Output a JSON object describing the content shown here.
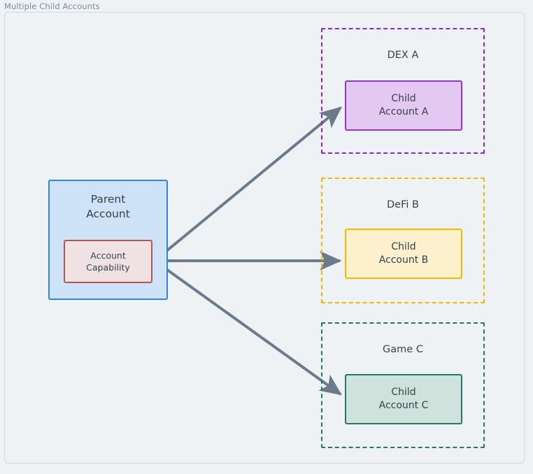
{
  "panel": {
    "title": "Multiple Child Accounts",
    "background_color": "#eef2f5",
    "border_color": "#ccd8e0"
  },
  "parent": {
    "label_line1": "Parent",
    "label_line2": "Account",
    "fill_color": "#cfe3f8",
    "border_color": "#2e86de",
    "capability": {
      "label_line1": "Account",
      "label_line2": "Capability",
      "fill_color": "#f0e2e2",
      "border_color": "#b85450"
    }
  },
  "groups": [
    {
      "name": "dex",
      "title": "DEX A",
      "border_color": "#8e24d0",
      "child": {
        "label_line1": "Child",
        "label_line2": "Account A",
        "fill_color": "#e3c8f2",
        "border_color": "#9333d6"
      }
    },
    {
      "name": "defi",
      "title": "DeFi B",
      "border_color": "#f5b800",
      "child": {
        "label_line1": "Child",
        "label_line2": "Account B",
        "fill_color": "#fcf0cd",
        "border_color": "#f5b800"
      }
    },
    {
      "name": "game",
      "title": "Game C",
      "border_color": "#1f7a66",
      "child": {
        "label_line1": "Child",
        "label_line2": "Account C",
        "fill_color": "#cfe2dc",
        "border_color": "#1f7a66"
      }
    }
  ],
  "connectors": {
    "color": "#6b7b8c",
    "edges": [
      {
        "name": "capability-to-child-a",
        "from": "Account Capability",
        "to": "Child Account A"
      },
      {
        "name": "capability-to-child-b",
        "from": "Account Capability",
        "to": "Child Account B"
      },
      {
        "name": "capability-to-child-c",
        "from": "Account Capability",
        "to": "Child Account C"
      }
    ]
  }
}
